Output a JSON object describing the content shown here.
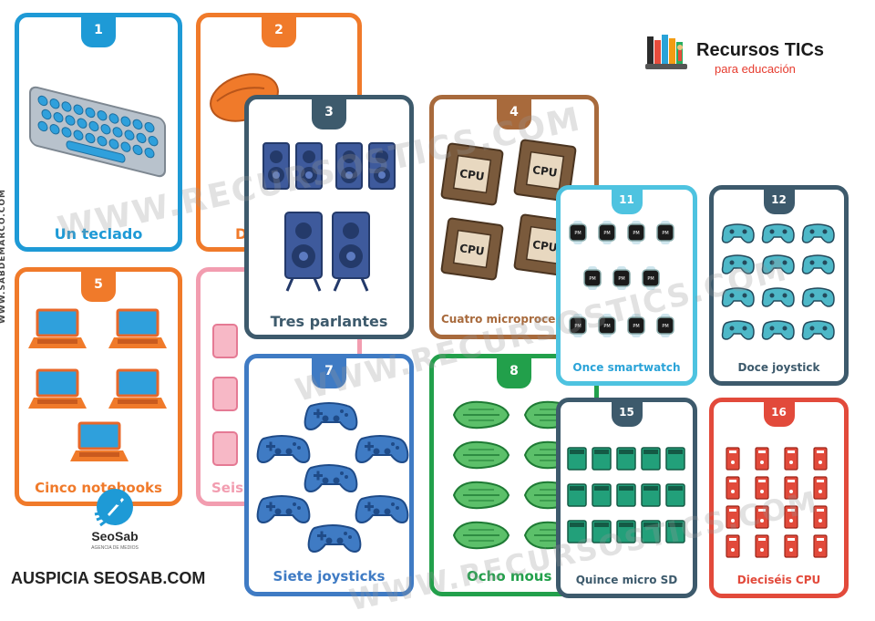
{
  "brand": {
    "title": "Recursos TICs",
    "subtitle": "para educación"
  },
  "side_text": "WWW.SABDEMARCO.COM",
  "watermark": "WWW.RECURSOSTICS.COM",
  "sponsor": {
    "logo_name": "SeoSab",
    "tagline": "AGENCIA DE MEDIOS",
    "text": "AUSPICIA SEOSAB.COM"
  },
  "colors": {
    "blue": "#1e9ad6",
    "orange": "#f07a2a",
    "pink": "#f29db0",
    "slate": "#3d5a6c",
    "brown": "#a86a3c",
    "green": "#22a04b",
    "cyan": "#4ec3e0",
    "red": "#e24a3b",
    "royal": "#3f7bc4"
  },
  "cards": [
    {
      "number": "1",
      "label": "Un teclado",
      "icon": "keyboard-icon"
    },
    {
      "number": "2",
      "label": "D",
      "icon": "mouse-icon"
    },
    {
      "number": "3",
      "label": "Tres parlantes",
      "icon": "speaker-icon"
    },
    {
      "number": "4",
      "label": "Cuatro microproces",
      "icon": "cpu-chip-icon"
    },
    {
      "number": "5",
      "label": "Cinco notebooks",
      "icon": "laptop-icon"
    },
    {
      "number": "",
      "label": "Seis",
      "icon": "can-icon"
    },
    {
      "number": "7",
      "label": "Siete joysticks",
      "icon": "gamepad-icon"
    },
    {
      "number": "8",
      "label": "Ocho mous",
      "icon": "mouse-icon"
    },
    {
      "number": "11",
      "label": "Once smartwatch",
      "icon": "smartwatch-icon"
    },
    {
      "number": "12",
      "label": "Doce joystick",
      "icon": "gamepad-icon"
    },
    {
      "number": "15",
      "label": "Quince micro SD",
      "icon": "sd-card-icon"
    },
    {
      "number": "16",
      "label": "Dieciséis CPU",
      "icon": "cpu-tower-icon"
    }
  ]
}
